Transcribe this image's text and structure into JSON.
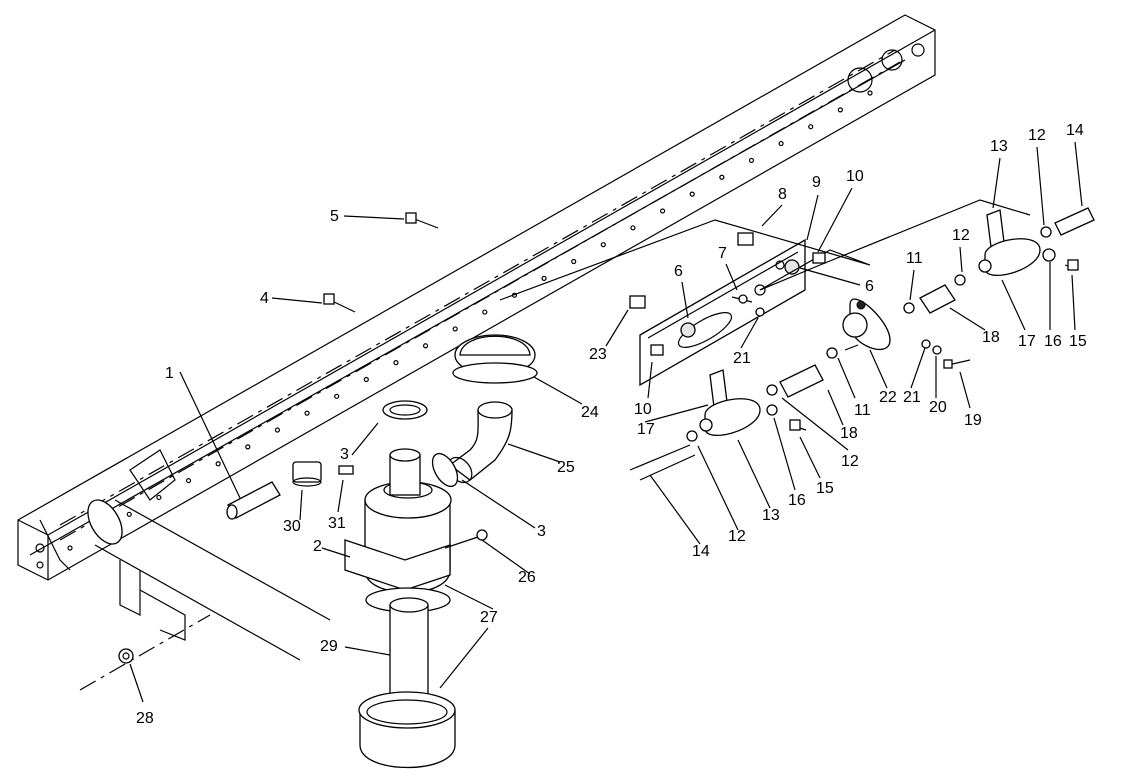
{
  "diagram": {
    "callouts": [
      {
        "id": "c1",
        "text": "1"
      },
      {
        "id": "c2",
        "text": "2"
      },
      {
        "id": "c3a",
        "text": "3"
      },
      {
        "id": "c3b",
        "text": "3"
      },
      {
        "id": "c4",
        "text": "4"
      },
      {
        "id": "c5",
        "text": "5"
      },
      {
        "id": "c6a",
        "text": "6"
      },
      {
        "id": "c6b",
        "text": "6"
      },
      {
        "id": "c7",
        "text": "7"
      },
      {
        "id": "c8",
        "text": "8"
      },
      {
        "id": "c9",
        "text": "9"
      },
      {
        "id": "c10a",
        "text": "10"
      },
      {
        "id": "c10b",
        "text": "10"
      },
      {
        "id": "c11a",
        "text": "11"
      },
      {
        "id": "c11b",
        "text": "11"
      },
      {
        "id": "c12a",
        "text": "12"
      },
      {
        "id": "c12b",
        "text": "12"
      },
      {
        "id": "c12c",
        "text": "12"
      },
      {
        "id": "c12d",
        "text": "12"
      },
      {
        "id": "c13a",
        "text": "13"
      },
      {
        "id": "c13b",
        "text": "13"
      },
      {
        "id": "c14a",
        "text": "14"
      },
      {
        "id": "c14b",
        "text": "14"
      },
      {
        "id": "c15a",
        "text": "15"
      },
      {
        "id": "c15b",
        "text": "15"
      },
      {
        "id": "c16a",
        "text": "16"
      },
      {
        "id": "c16b",
        "text": "16"
      },
      {
        "id": "c17a",
        "text": "17"
      },
      {
        "id": "c17b",
        "text": "17"
      },
      {
        "id": "c18a",
        "text": "18"
      },
      {
        "id": "c18b",
        "text": "18"
      },
      {
        "id": "c19",
        "text": "19"
      },
      {
        "id": "c20",
        "text": "20"
      },
      {
        "id": "c21a",
        "text": "21"
      },
      {
        "id": "c21b",
        "text": "21"
      },
      {
        "id": "c22",
        "text": "22"
      },
      {
        "id": "c23",
        "text": "23"
      },
      {
        "id": "c24",
        "text": "24"
      },
      {
        "id": "c25",
        "text": "25"
      },
      {
        "id": "c26",
        "text": "26"
      },
      {
        "id": "c27",
        "text": "27"
      },
      {
        "id": "c28",
        "text": "28"
      },
      {
        "id": "c29",
        "text": "29"
      },
      {
        "id": "c30",
        "text": "30"
      },
      {
        "id": "c31",
        "text": "31"
      }
    ]
  }
}
